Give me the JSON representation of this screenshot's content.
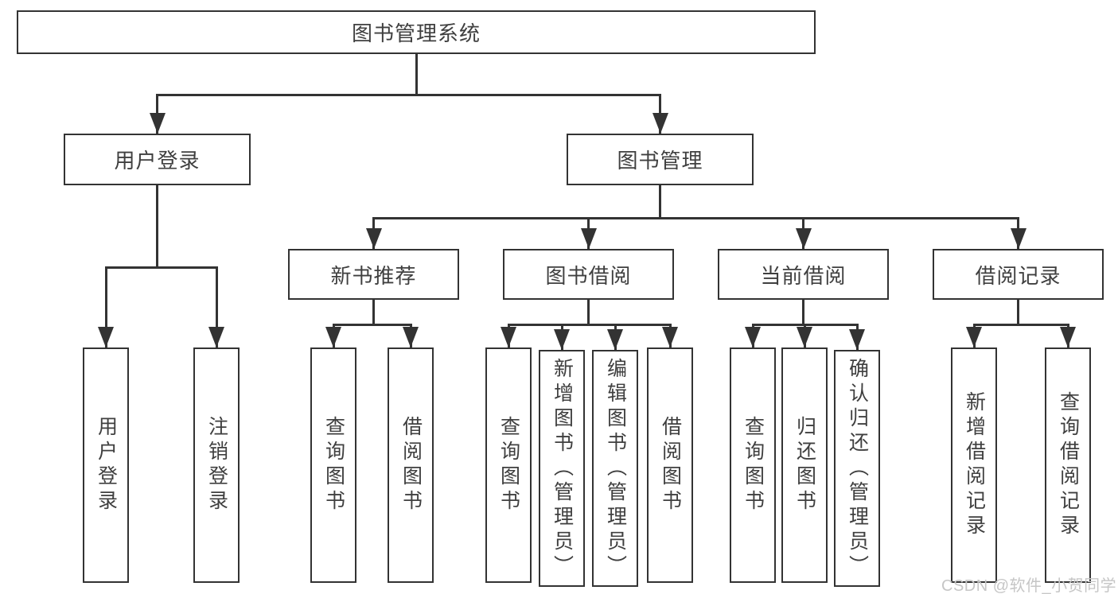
{
  "colors": {
    "background": "#ffffff",
    "line": "#333333",
    "text": "#3f3f3f",
    "watermark": "#c6c6c6"
  },
  "watermark": {
    "text": "CSDN @软件_小贺同学"
  },
  "tree": {
    "id": "root",
    "label": "图书管理系统",
    "children": [
      {
        "id": "user-login",
        "label": "用户登录",
        "children": [
          {
            "id": "leaf-user-login",
            "label": "用户登录",
            "vertical": true
          },
          {
            "id": "leaf-logout",
            "label": "注销登录",
            "vertical": true
          }
        ]
      },
      {
        "id": "book-mgmt",
        "label": "图书管理",
        "children": [
          {
            "id": "new-book-rec",
            "label": "新书推荐",
            "children": [
              {
                "id": "nbr-query",
                "label": "查询图书",
                "vertical": true
              },
              {
                "id": "nbr-borrow",
                "label": "借阅图书",
                "vertical": true
              }
            ]
          },
          {
            "id": "book-borrow",
            "label": "图书借阅",
            "children": [
              {
                "id": "bb-query",
                "label": "查询图书",
                "vertical": true
              },
              {
                "id": "bb-add",
                "label": "新增图书（管理员）",
                "vertical": true
              },
              {
                "id": "bb-edit",
                "label": "编辑图书（管理员）",
                "vertical": true
              },
              {
                "id": "bb-borrow",
                "label": "借阅图书",
                "vertical": true
              }
            ]
          },
          {
            "id": "current-borrow",
            "label": "当前借阅",
            "children": [
              {
                "id": "cb-query",
                "label": "查询图书",
                "vertical": true
              },
              {
                "id": "cb-return",
                "label": "归还图书",
                "vertical": true
              },
              {
                "id": "cb-confirm",
                "label": "确认归还（管理员）",
                "vertical": true
              }
            ]
          },
          {
            "id": "borrow-records",
            "label": "借阅记录",
            "children": [
              {
                "id": "br-add",
                "label": "新增借阅记录",
                "vertical": true
              },
              {
                "id": "br-query",
                "label": "查询借阅记录",
                "vertical": true
              }
            ]
          }
        ]
      }
    ]
  }
}
